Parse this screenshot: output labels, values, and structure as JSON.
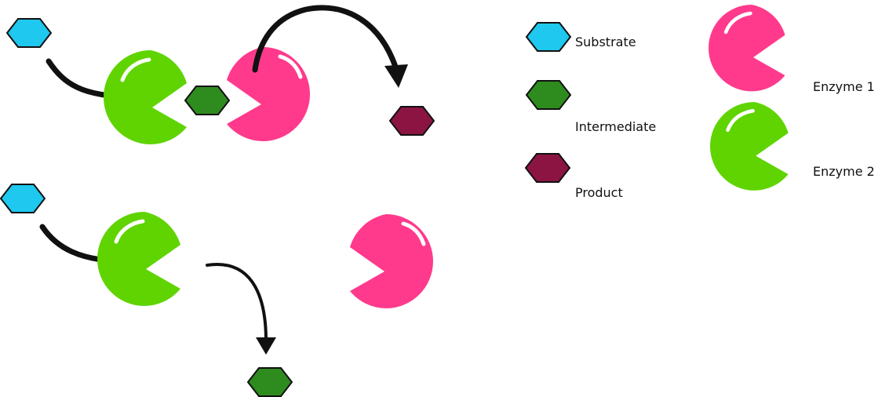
{
  "legend": {
    "substrate_label": "Substrate",
    "intermediate_label": "Intermediate",
    "product_label": "Product",
    "enzyme1_label": "Enzyme 1",
    "enzyme2_label": "Enzyme 2"
  },
  "colors": {
    "substrate": "#1ec8ef",
    "intermediate": "#2e8b1e",
    "product": "#8c1442",
    "enzyme1": "#ff3a8c",
    "enzyme2": "#5fd400",
    "arrow": "#111111"
  },
  "icons": {
    "substrate": "hexagon",
    "intermediate": "hexagon",
    "product": "hexagon",
    "enzyme": "pac-man-shape",
    "arrow": "curved-arrow"
  }
}
